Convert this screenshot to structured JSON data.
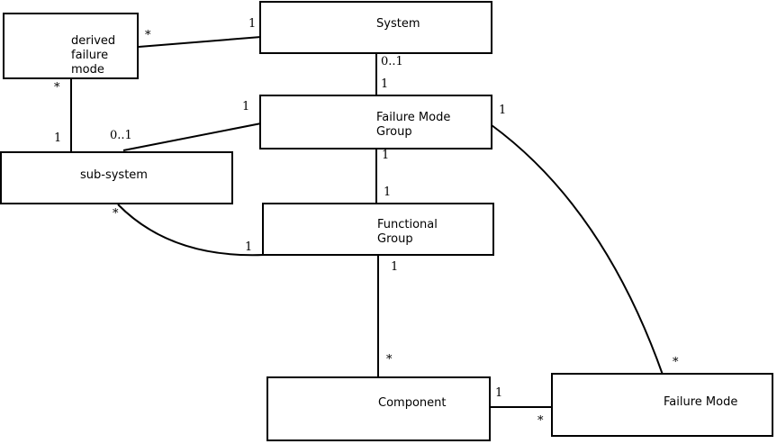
{
  "diagram": {
    "type": "uml-class-diagram",
    "background_color": "#ffffff",
    "stroke_color": "#000000",
    "nodes": [
      {
        "id": "derived-failure-mode",
        "lines": [
          "derived",
          "failure",
          "mode"
        ]
      },
      {
        "id": "system",
        "lines": [
          "System"
        ]
      },
      {
        "id": "failure-mode-group",
        "lines": [
          "Failure Mode",
          "Group"
        ]
      },
      {
        "id": "sub-system",
        "lines": [
          "sub-system"
        ]
      },
      {
        "id": "functional-group",
        "lines": [
          "Functional",
          "Group"
        ]
      },
      {
        "id": "component",
        "lines": [
          "Component"
        ]
      },
      {
        "id": "failure-mode",
        "lines": [
          "Failure Mode"
        ]
      }
    ],
    "edges": [
      {
        "from": "derived-failure-mode",
        "to": "system",
        "from_mult": "*",
        "to_mult": "1"
      },
      {
        "from": "derived-failure-mode",
        "to": "sub-system",
        "from_mult": "*",
        "to_mult": "1"
      },
      {
        "from": "sub-system",
        "to": "failure-mode-group",
        "from_mult": "0..1",
        "to_mult": "1"
      },
      {
        "from": "system",
        "to": "failure-mode-group",
        "from_mult": "0..1",
        "to_mult": "1"
      },
      {
        "from": "failure-mode-group",
        "to": "functional-group",
        "from_mult": "1",
        "to_mult": "1"
      },
      {
        "from": "functional-group",
        "to": "component",
        "from_mult": "1",
        "to_mult": "*"
      },
      {
        "from": "sub-system",
        "to": "functional-group",
        "from_mult": "*",
        "to_mult": "1"
      },
      {
        "from": "failure-mode-group",
        "to": "failure-mode",
        "from_mult": "1",
        "to_mult": "*"
      },
      {
        "from": "component",
        "to": "failure-mode",
        "from_mult": "1",
        "to_mult": "*"
      }
    ]
  }
}
